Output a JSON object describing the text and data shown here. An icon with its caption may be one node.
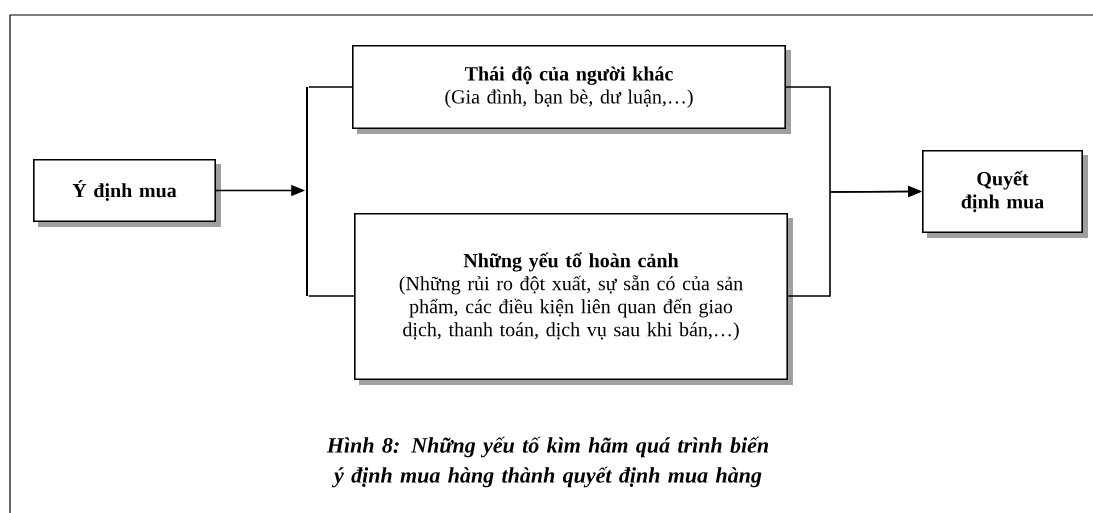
{
  "diagram": {
    "caption": "Hình 8: Những yếu tố kìm hãm quá trình biến ý định mua hàng thành quyết định mua hàng",
    "nodes": [
      {
        "text": [
          "Ý định mua"
        ]
      },
      {
        "text": [],
        "shape": "bar"
      },
      {
        "text": [
          "Thái độ của người khác",
          "(Gia đình, bạn bè, dư luận,…)"
        ]
      },
      {
        "text": [
          "Những yếu tố hoàn cảnh",
          "(Những rủi ro đột xuất, sự sẵn có của sản phẩm, các điều kiện liên quan đến giao dịch, thanh toán, dịch vụ sau khi bán,…)"
        ]
      },
      {
        "text": [
          "Quyết định mua"
        ]
      }
    ],
    "edges": [
      {
        "from": 0,
        "to": 1,
        "arrow": "to"
      },
      {
        "from": 1,
        "to": 2,
        "arrow": "none"
      },
      {
        "from": 1,
        "to": 3,
        "arrow": "none"
      },
      {
        "from": 2,
        "to": 4,
        "arrow": "to"
      },
      {
        "from": 3,
        "to": 4,
        "arrow": "to"
      }
    ]
  }
}
